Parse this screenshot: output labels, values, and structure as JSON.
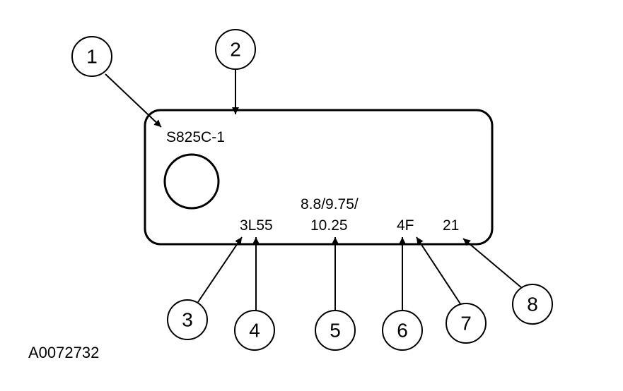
{
  "label": {
    "part_number": "S825C-1",
    "code_3l55": "3L55",
    "ratio_line1": "8.8/9.75/",
    "ratio_line2": "10.25",
    "code_4f": "4F",
    "code_21": "21"
  },
  "callouts": [
    "1",
    "2",
    "3",
    "4",
    "5",
    "6",
    "7",
    "8"
  ],
  "figure_id": "A0072732",
  "colors": {
    "ink": "#000000",
    "background": "#ffffff"
  }
}
